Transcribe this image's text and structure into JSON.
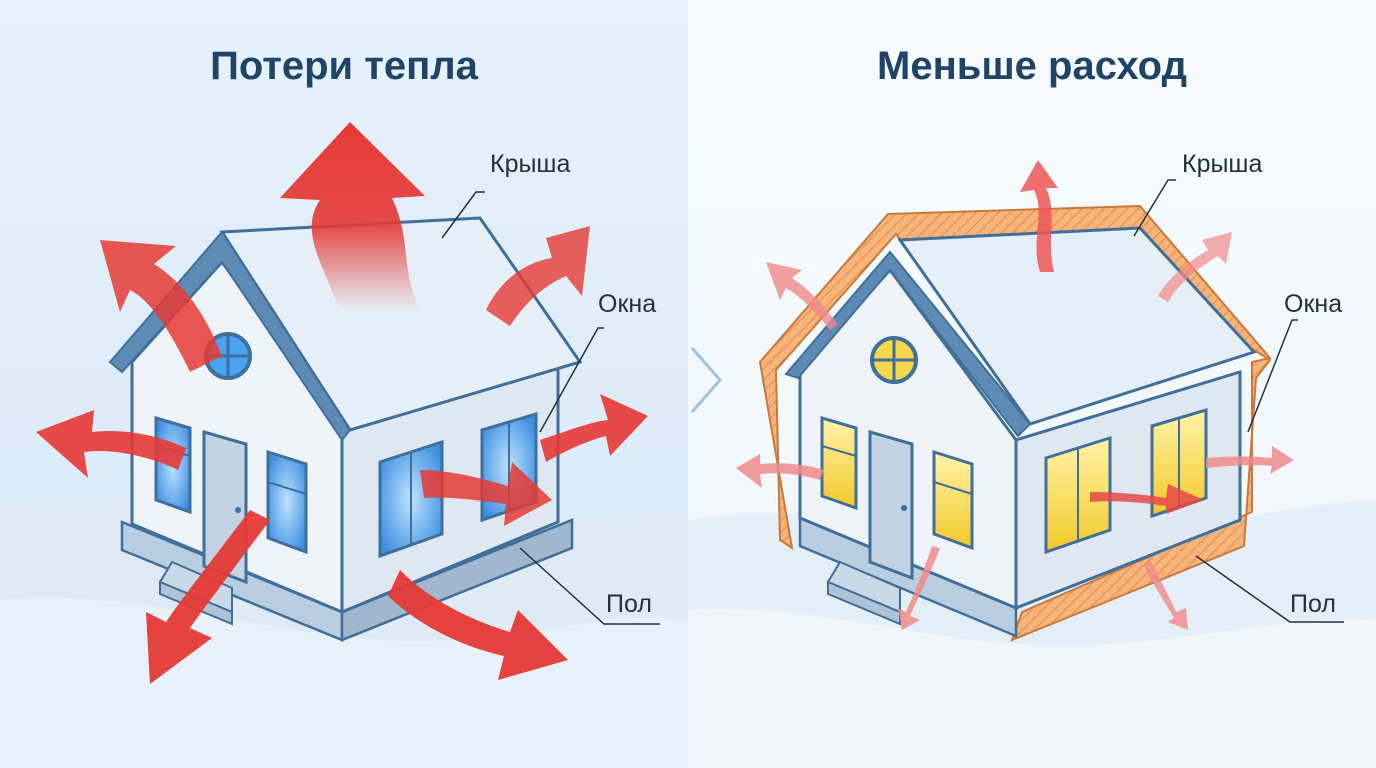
{
  "colors": {
    "title": "#1f4466",
    "label": "#22313f",
    "outline": "#3f6f9a",
    "wall": "#eef3f8",
    "roof": "#e6eef6",
    "insulation": "#f4a868",
    "arrow_strong": "#e53935",
    "arrow_weak": "#f19a9a",
    "window_cold": "#4aa3f0",
    "window_warm": "#f7d84a"
  },
  "left_panel": {
    "title": "Потери тепла",
    "labels": {
      "roof": "Крыша",
      "windows": "Окна",
      "floor": "Пол"
    },
    "state": "heat-loss",
    "window_icon": "cold-window-icon"
  },
  "right_panel": {
    "title": "Меньше расход",
    "labels": {
      "roof": "Крыша",
      "windows": "Окна",
      "floor": "Пол"
    },
    "state": "insulated",
    "window_icon": "warm-window-icon"
  },
  "divider_icon": "chevron-right-icon"
}
